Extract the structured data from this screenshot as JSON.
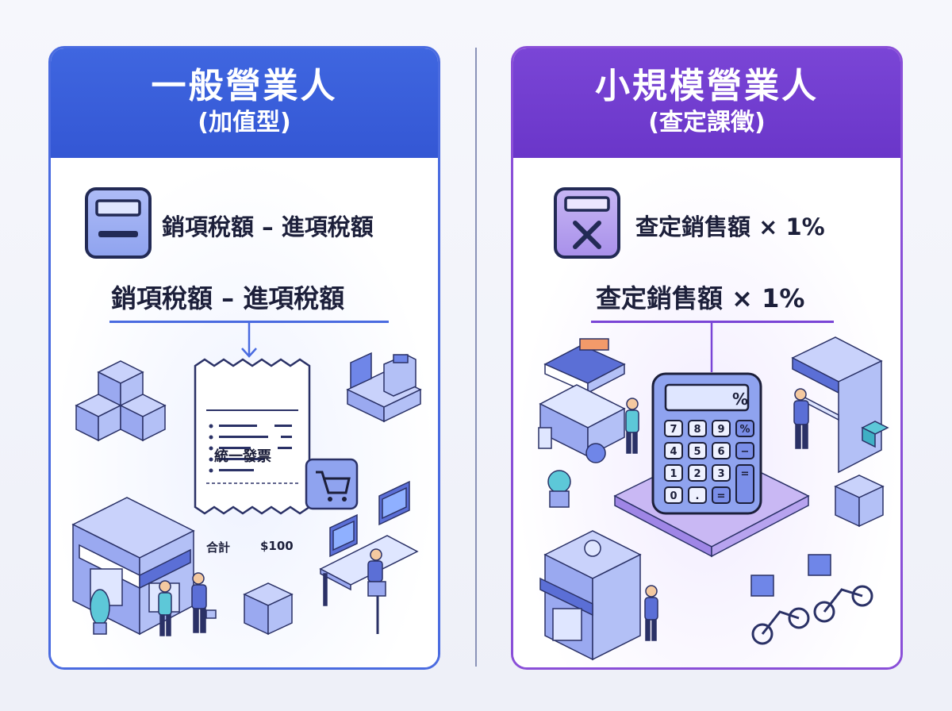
{
  "left": {
    "title": "一般營業人",
    "subtitle": "(加值型)",
    "formula_small": "銷項稅額 – 進項稅額",
    "formula_large": "銷項稅額 – 進項稅額",
    "receipt": {
      "title": "統一發票",
      "total_label": "合計",
      "total_value": "$100"
    },
    "accent": "#3f66e0"
  },
  "right": {
    "title": "小規模營業人",
    "subtitle": "(查定課徵)",
    "formula_small": "查定銷售額 × 1%",
    "formula_large": "查定銷售額 × 1%",
    "calculator": {
      "display": "%",
      "keys": [
        "7",
        "8",
        "9",
        "%",
        "4",
        "5",
        "6",
        "−",
        "1",
        "2",
        "3",
        "=",
        "0",
        ".",
        "="
      ]
    },
    "accent": "#7a45d6"
  }
}
